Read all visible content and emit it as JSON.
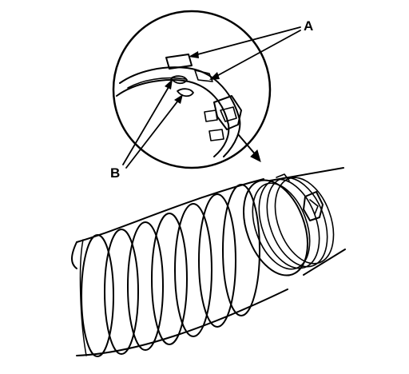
{
  "diagram": {
    "callouts": [
      {
        "id": "A",
        "text": "A"
      },
      {
        "id": "B",
        "text": "B"
      }
    ]
  },
  "colors": {
    "ink": "#000000",
    "background": "#ffffff"
  }
}
